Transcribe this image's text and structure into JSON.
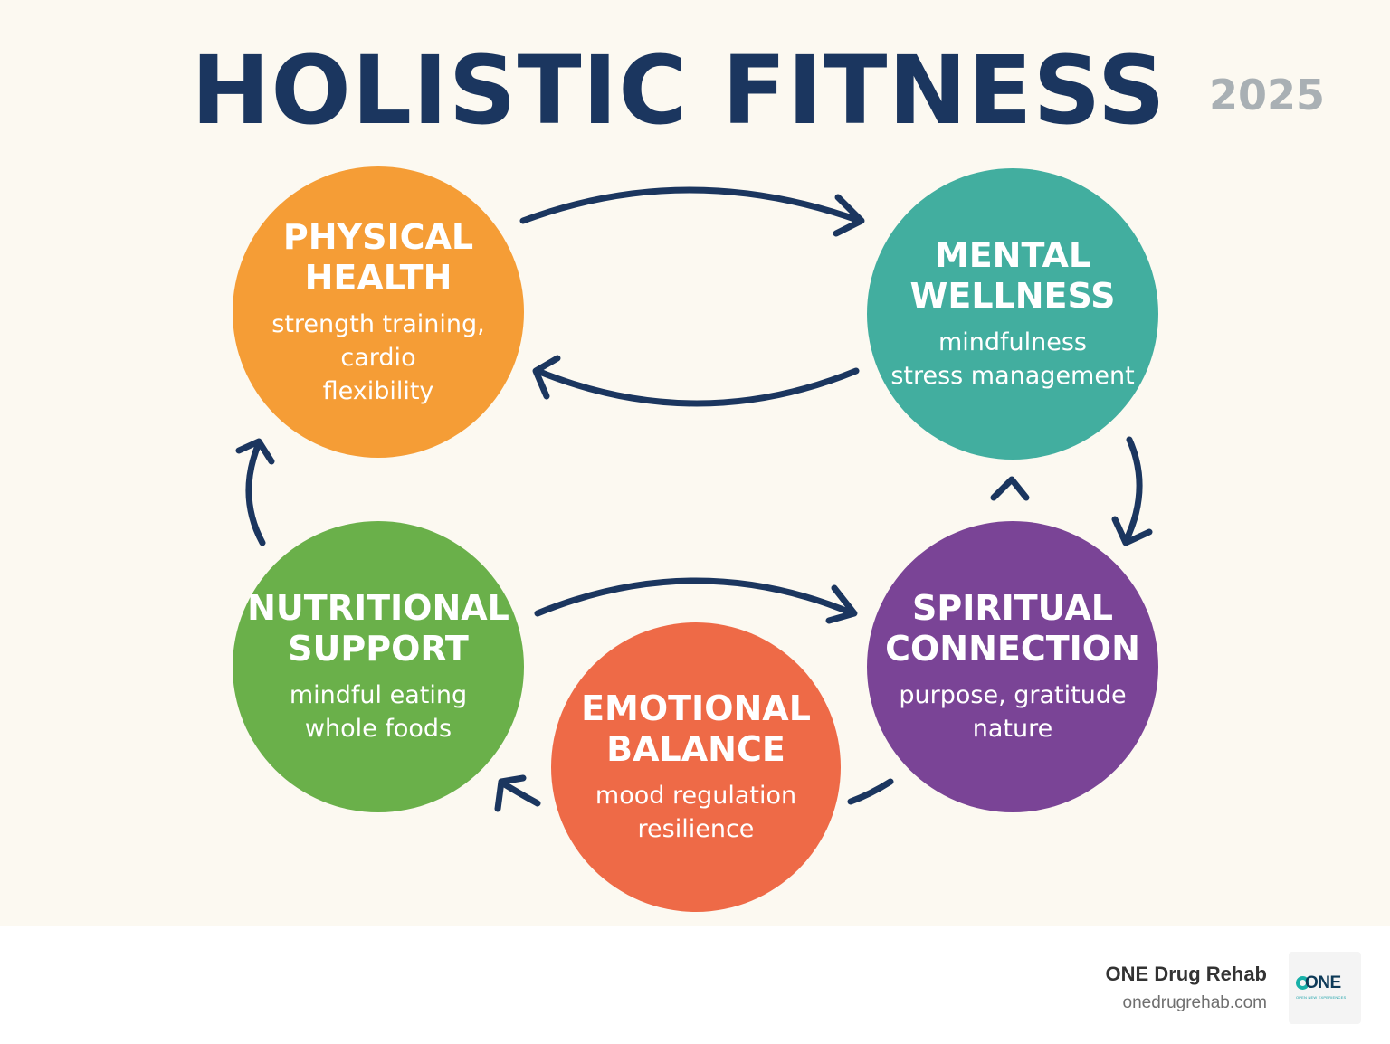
{
  "title": "HOLISTIC FITNESS",
  "year": "2025",
  "colors": {
    "background": "#fcf9f1",
    "title": "#1b365f",
    "arrow": "#1b365f",
    "physical": "#f59d36",
    "mental": "#42ae9f",
    "nutritional": "#6ab04a",
    "emotional": "#ee6a47",
    "spiritual": "#7a4496"
  },
  "nodes": {
    "physical": {
      "name": [
        "PHYSICAL",
        "HEALTH"
      ],
      "desc": [
        "strength training,",
        "cardio",
        "flexibility"
      ]
    },
    "mental": {
      "name": [
        "MENTAL",
        "WELLNESS"
      ],
      "desc": [
        "mindfulness",
        "stress management"
      ]
    },
    "nutritional": {
      "name": [
        "NUTRITIONAL",
        "SUPPORT"
      ],
      "desc": [
        "mindful eating",
        "whole foods"
      ]
    },
    "emotional": {
      "name": [
        "EMOTIONAL",
        "BALANCE"
      ],
      "desc": [
        "mood regulation",
        "resilience"
      ]
    },
    "spiritual": {
      "name": [
        "SPIRITUAL",
        "CONNECTION"
      ],
      "desc": [
        "purpose, gratitude",
        "nature"
      ]
    }
  },
  "footer": {
    "brand_name": "ONE Drug Rehab",
    "brand_url": "onedrugrehab.com",
    "logo_text": "ONE",
    "logo_tagline": "OPEN NEW EXPERIENCES"
  }
}
